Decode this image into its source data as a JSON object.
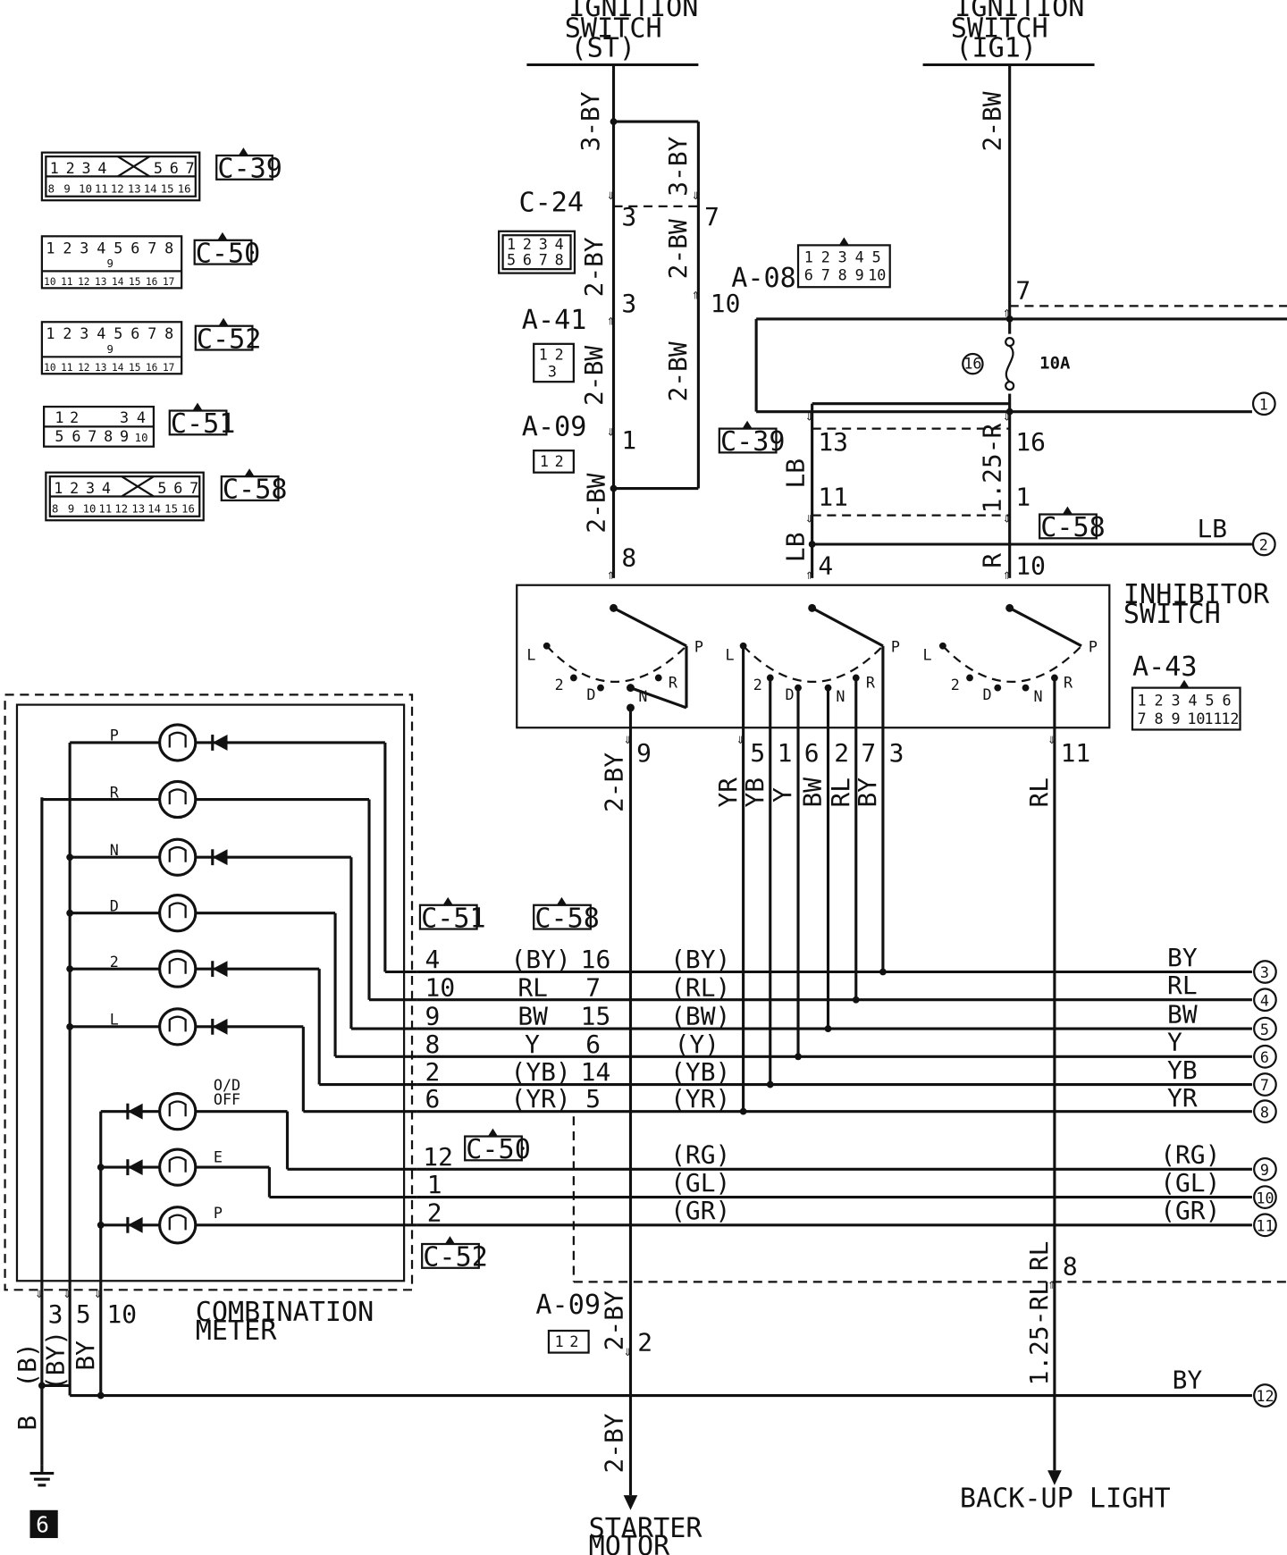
{
  "sources": [
    {
      "lines": [
        "IGNITION",
        "SWITCH",
        "(ST)"
      ]
    },
    {
      "lines": [
        "IGNITION",
        "SWITCH",
        "(IG1)"
      ]
    }
  ],
  "connector_ids": {
    "c39": "C-39",
    "c50": "C-50",
    "c52": "C-52",
    "c51": "C-51",
    "c58": "C-58",
    "c24": "C-24",
    "a08": "A-08",
    "a41": "A-41",
    "a09": "A-09",
    "a43": "A-43"
  },
  "connector_pins": {
    "c39": {
      "row1": [
        "1",
        "2",
        "3",
        "4",
        "",
        "5",
        "6",
        "7"
      ],
      "row2": [
        "8",
        "9",
        "10",
        "11",
        "12",
        "13",
        "14",
        "15",
        "16"
      ]
    },
    "c50": {
      "row1": [
        "1",
        "2",
        "3",
        "4",
        "5",
        "6",
        "7",
        "8"
      ],
      "mid": "9",
      "row2": [
        "10",
        "11",
        "12",
        "13",
        "14",
        "15",
        "16",
        "17"
      ]
    },
    "c52": {
      "row1": [
        "1",
        "2",
        "3",
        "4",
        "5",
        "6",
        "7",
        "8"
      ],
      "mid": "9",
      "row2": [
        "10",
        "11",
        "12",
        "13",
        "14",
        "15",
        "16",
        "17"
      ]
    },
    "c51": {
      "row1": [
        "1",
        "2",
        "",
        "3",
        "4"
      ],
      "row2": [
        "5",
        "6",
        "7",
        "8",
        "9",
        "10"
      ]
    },
    "c58": {
      "row1": [
        "1",
        "2",
        "3",
        "4",
        "",
        "5",
        "6",
        "7"
      ],
      "row2": [
        "8",
        "9",
        "10",
        "11",
        "12",
        "13",
        "14",
        "15",
        "16"
      ]
    },
    "c24": {
      "row1": [
        "1",
        "2",
        "3",
        "4"
      ],
      "row2": [
        "5",
        "6",
        "7",
        "8"
      ]
    },
    "a08": {
      "row1": [
        "1",
        "2",
        "3",
        "4",
        "5"
      ],
      "row2": [
        "6",
        "7",
        "8",
        "9",
        "10"
      ]
    },
    "a41": {
      "row1": [
        "1",
        "2"
      ],
      "row2": [
        "3"
      ]
    },
    "a09": {
      "row1": [
        "1",
        "2"
      ]
    },
    "a43": {
      "row1": [
        "1",
        "2",
        "3",
        "4",
        "5",
        "6"
      ],
      "row2": [
        "7",
        "8",
        "9",
        "10",
        "11",
        "12"
      ]
    }
  },
  "wires": {
    "st_3by": "3-BY",
    "st_3by_b": "3-BY",
    "st_2by": "2-BY",
    "st_2bw": "2-BW",
    "st_2bw_b": "2-BW",
    "st_2bw_c": "2-BW",
    "ig_2bw": "2-BW",
    "lb1": "LB",
    "lb2": "LB",
    "r125": "1.25-R",
    "r": "R",
    "out_2by": "2-BY",
    "starter_2by": "2-BY",
    "starter_2by_b": "2-BY",
    "yr": "YR",
    "yb": "YB",
    "y": "Y",
    "bw": "BW",
    "rl": "RL",
    "by": "BY",
    "rl_out": "RL",
    "rl_lower": "RL",
    "rl_125": "1.25-RL",
    "gnd_b": "(B)",
    "gnd_by": "(BY)",
    "gnd_by2": "BY",
    "gnd_B": "B",
    "lb_right": "LB",
    "by_bottom": "BY"
  },
  "pins": {
    "c24_3": "3",
    "c24_7": "7",
    "a41_3": "3",
    "a08_10": "10",
    "a09_1": "1",
    "inh_8": "8",
    "ig_7": "7",
    "c39_13": "13",
    "c39_16": "16",
    "c58_11": "11",
    "c58_1": "1",
    "inh_4": "4",
    "inh_10": "10",
    "a43_9": "9",
    "a43_5": "5",
    "a43_1": "1",
    "a43_6": "6",
    "a43_2": "2",
    "a43_7": "7",
    "a43_3": "3",
    "a43_11": "11",
    "a09_2": "2",
    "meter_3": "3",
    "meter_5": "5",
    "meter_10": "10",
    "rl_8": "8"
  },
  "fuse": {
    "number": "16",
    "rating": "10A"
  },
  "inhibitor": {
    "lines": [
      "INHIBITOR",
      "SWITCH"
    ],
    "positions": [
      "L",
      "2",
      "D",
      "N",
      "R",
      "P"
    ]
  },
  "meter": {
    "lines": [
      "COMBINATION",
      "METER"
    ],
    "indicators": [
      "P",
      "R",
      "N",
      "D",
      "2",
      "L"
    ],
    "od": [
      "O/D",
      "OFF"
    ],
    "e": "E",
    "p2": "P"
  },
  "bus_rows": [
    {
      "p51": "4",
      "w51": "(BY)",
      "p58": "16",
      "w58": "(BY)",
      "right": "BY",
      "ref": "3"
    },
    {
      "p51": "10",
      "w51": "RL",
      "p58": "7",
      "w58": "(RL)",
      "right": "RL",
      "ref": "4"
    },
    {
      "p51": "9",
      "w51": "BW",
      "p58": "15",
      "w58": "(BW)",
      "right": "BW",
      "ref": "5"
    },
    {
      "p51": "8",
      "w51": "Y",
      "p58": "6",
      "w58": "(Y)",
      "right": "Y",
      "ref": "6"
    },
    {
      "p51": "2",
      "w51": "(YB)",
      "p58": "14",
      "w58": "(YB)",
      "right": "YB",
      "ref": "7"
    },
    {
      "p51": "6",
      "w51": "(YR)",
      "p58": "5",
      "w58": "(YR)",
      "right": "YR",
      "ref": "8"
    }
  ],
  "low_rows": [
    {
      "p": "12",
      "w": "(RG)",
      "right": "(RG)",
      "ref": "9"
    },
    {
      "p": "1",
      "w": "(GL)",
      "right": "(GL)",
      "ref": "10"
    },
    {
      "p": "2",
      "w": "(GR)",
      "right": "(GR)",
      "ref": "11"
    }
  ],
  "refs": {
    "r1": "1",
    "r2": "2",
    "r12": "12"
  },
  "destinations": {
    "starter": [
      "STARTER",
      "MOTOR"
    ],
    "backup": "BACK-UP LIGHT"
  },
  "page_number": "6"
}
